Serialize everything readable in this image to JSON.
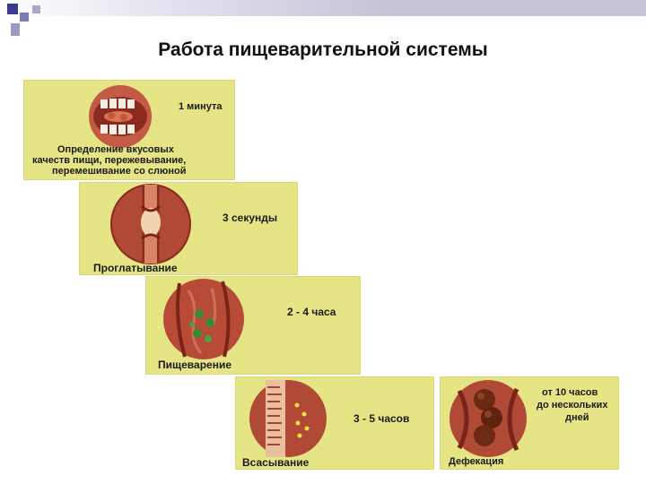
{
  "title": "Работа пищеварительной системы",
  "colors": {
    "panel": "#e6e586",
    "tissue": "#b04a36",
    "tissue_dark": "#7a2418",
    "food": "#3b8c2e"
  },
  "panels": [
    {
      "icon": "mouth-chewing-icon",
      "time": "1 минута",
      "caption_lines": [
        "Определение вкусовых",
        "качеств пищи, пережевывание,",
        "перемешивание со слюной"
      ]
    },
    {
      "icon": "esophagus-swallow-icon",
      "time": "3 секунды",
      "caption_lines": [
        "Проглатывание"
      ]
    },
    {
      "icon": "stomach-digestion-icon",
      "time": "2 - 4 часа",
      "caption_lines": [
        "Пищеварение"
      ]
    },
    {
      "icon": "intestine-villi-icon",
      "time": "3 - 5 часов",
      "caption_lines": [
        "Всасывание"
      ]
    },
    {
      "icon": "colon-defecation-icon",
      "time_lines": [
        "от 10 часов",
        "до нескольких",
        "дней"
      ],
      "caption_lines": [
        "Дефекация"
      ]
    }
  ]
}
